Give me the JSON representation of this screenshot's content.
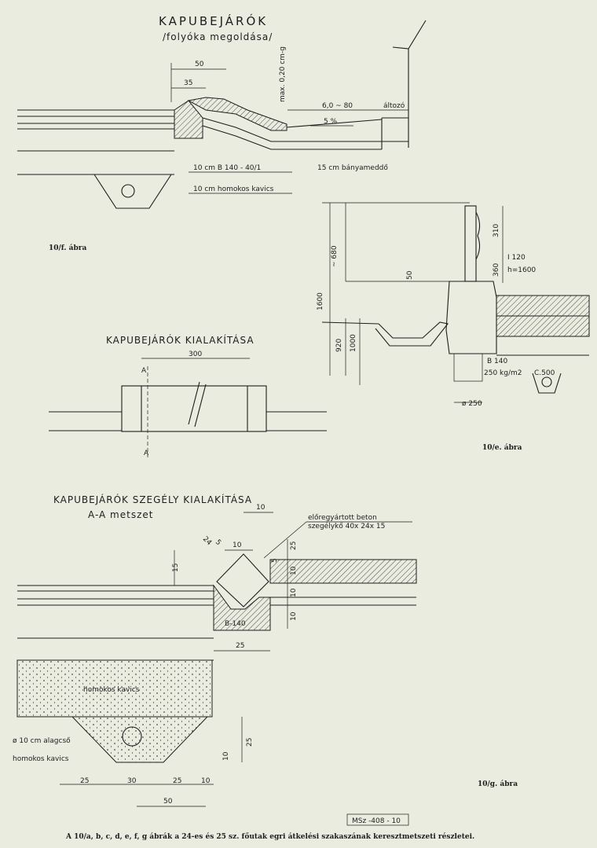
{
  "fig_f": {
    "title": "KAPUBEJÁRÓK",
    "subtitle": "/folyóka megoldása/",
    "dims": {
      "d50": "50",
      "d35": "35",
      "max": "max. 0,20 cm-g",
      "w6080": "6,0 ~ 80",
      "altozo": "áltozó",
      "slope": "5 %"
    },
    "labels": {
      "beton": "10 cm B 140 - 40/1",
      "kavics": "10 cm homokos kavics",
      "banyameddo": "15 cm bányameddő"
    },
    "caption": "10/f. ábra"
  },
  "fig_e": {
    "dims": {
      "d680": "~ 680",
      "d310": "310",
      "d360": "360",
      "i120": "I 120",
      "h1600": "h=1600",
      "d50": "50",
      "d1600": "1600",
      "d920": "920",
      "d1000": "1000",
      "d250": "ø 250"
    },
    "labels": {
      "b140": "B 140",
      "kgm2": "250 kg/m2",
      "c500": "C.500"
    },
    "caption": "10/e. ábra"
  },
  "fig_plan": {
    "title": "KAPUBEJÁRÓK KIALAKÍTÁSA",
    "dims": {
      "d300": "300"
    },
    "cut_a_top": "A",
    "cut_a_bottom": "A"
  },
  "fig_g": {
    "title": "KAPUBEJÁRÓK SZEGÉLY KIALAKÍTÁSA",
    "subtitle": "A-A metszet",
    "labels": {
      "elore": "előregyártott beton",
      "szegelyko": "szegélykő  40x 24x 15",
      "b140": "B-140",
      "kavics1": "homokos kavics",
      "alagcso": "ø 10 cm alagcső",
      "kavics2": "homokos kavics"
    },
    "dims": {
      "d10top": "10",
      "d24": "24",
      "d5a": "5",
      "d10b": "10",
      "d25top": "25",
      "d5b": "5",
      "d10c": "10",
      "d15": "15",
      "d10d": "10",
      "d10e": "10",
      "d25mid": "25",
      "d25r": "25",
      "d10f": "10",
      "b25": "25",
      "b30": "30",
      "b25b": "25",
      "b10": "10",
      "b50": "50"
    },
    "caption": "10/g. ábra"
  },
  "footer": {
    "stamp": "MSz -408 - 10",
    "caption": "A 10/a, b, c, d, e, f, g ábrák a 24-es és 25 sz. főutak egri átkelési szakaszának keresztmetszeti részletei."
  }
}
